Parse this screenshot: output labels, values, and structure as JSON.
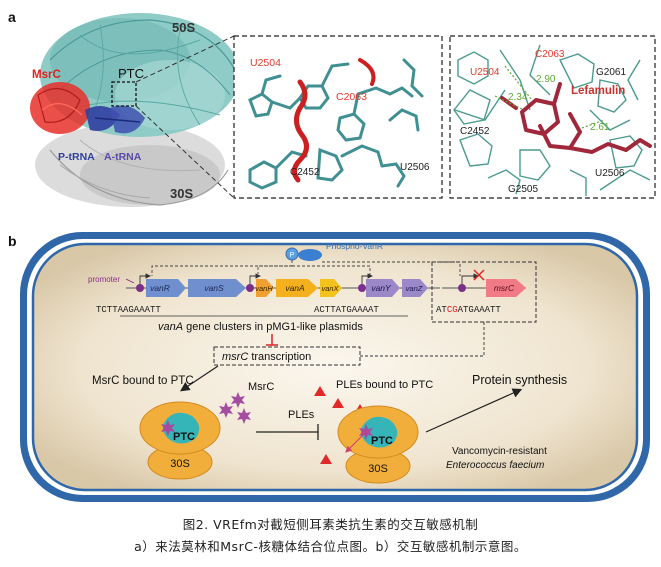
{
  "panel_a": {
    "letter": "a",
    "overview": {
      "label_50s": "50S",
      "label_30s": "30S",
      "label_ptc": "PTC",
      "label_msrc": "MsrC",
      "label_ptrna": "P-tRNA",
      "label_atrna": "A-tRNA"
    },
    "zoom1": {
      "u2504": "U2504",
      "c2063": "C2063",
      "c2452": "C2452",
      "u2506": "U2506"
    },
    "zoom2": {
      "c2063": "C2063",
      "u2504": "U2504",
      "g2061": "G2061",
      "lefamulin": "Lefamulin",
      "c2452": "C2452",
      "g2505": "G2505",
      "u2506": "U2506",
      "d1": "2.90",
      "d2": "2.34",
      "d3": "2.61"
    }
  },
  "panel_b": {
    "letter": "b",
    "phospho_vanr": "Phospho-VanR",
    "p_label": "P",
    "promoter": "promoter",
    "genes": [
      "vanR",
      "vanS",
      "vanH",
      "vanA",
      "vanX",
      "vanY",
      "vanZ",
      "msrC"
    ],
    "seq1": "TCTTAAGAAATT",
    "seq2": "ACTTATGAAAAT",
    "seq3_pre": "AT",
    "seq3_red": "CG",
    "seq3_post": "ATGAAATT",
    "cluster_label_italic": "vanA",
    "cluster_label_rest": " gene clusters in pMG1-like plasmids",
    "transcription_italic": "msrC",
    "transcription_rest": " transcription",
    "msrc_bound": "MsrC bound to PTC",
    "msrc": "MsrC",
    "ples_bound": "PLEs bound to PTC",
    "ples": "PLEs",
    "protein_synthesis": "Protein synthesis",
    "ptc": "PTC",
    "s30": "30S",
    "vre_line1": "Vancomycin-resistant",
    "vre_line2": "Enterococcus faecium"
  },
  "caption": {
    "line1": "图2. VREfm对截短侧耳素类抗生素的交互敏感机制",
    "line2": "a）来法莫林和MsrC-核糖体结合位点图。b）交互敏感机制示意图。"
  },
  "colors": {
    "ribosome_50s": "#7fc3c0",
    "ribosome_30s": "#c8c8c8",
    "msrc_red": "#e8302a",
    "trna_blue": "#2f3f9e",
    "lefamulin": "#a0283a",
    "distance_green": "#5fa832",
    "cell_outer": "#2f67a8",
    "cell_inner": "#f4ecdc",
    "gene_blue": "#6f8fcf",
    "gene_orange": "#f0a030",
    "gene_yellow": "#f3c21d",
    "gene_purple": "#9a88c9",
    "gene_pink": "#f07a86",
    "ribosome_orange": "#f2ae3b",
    "ptc_teal": "#36b5b8",
    "star_purple": "#a34ca0",
    "triangle_red": "#e02a2a"
  }
}
